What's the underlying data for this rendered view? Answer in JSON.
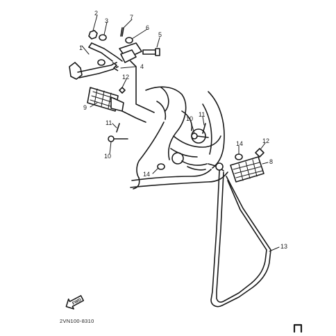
{
  "callouts": {
    "c1": "1",
    "c2": "2",
    "c3": "3",
    "c4": "4",
    "c5": "5",
    "c6": "6",
    "c7": "7",
    "c8": "8",
    "c9": "9",
    "c10a": "10",
    "c10b": "10",
    "c11a": "11",
    "c11b": "11",
    "c12a": "12",
    "c12b": "12",
    "c13": "13",
    "c14a": "14",
    "c14b": "14"
  },
  "fwd_label": "FWD",
  "diagram_code": "2VN100-8310",
  "corner_mark": "⌐"
}
